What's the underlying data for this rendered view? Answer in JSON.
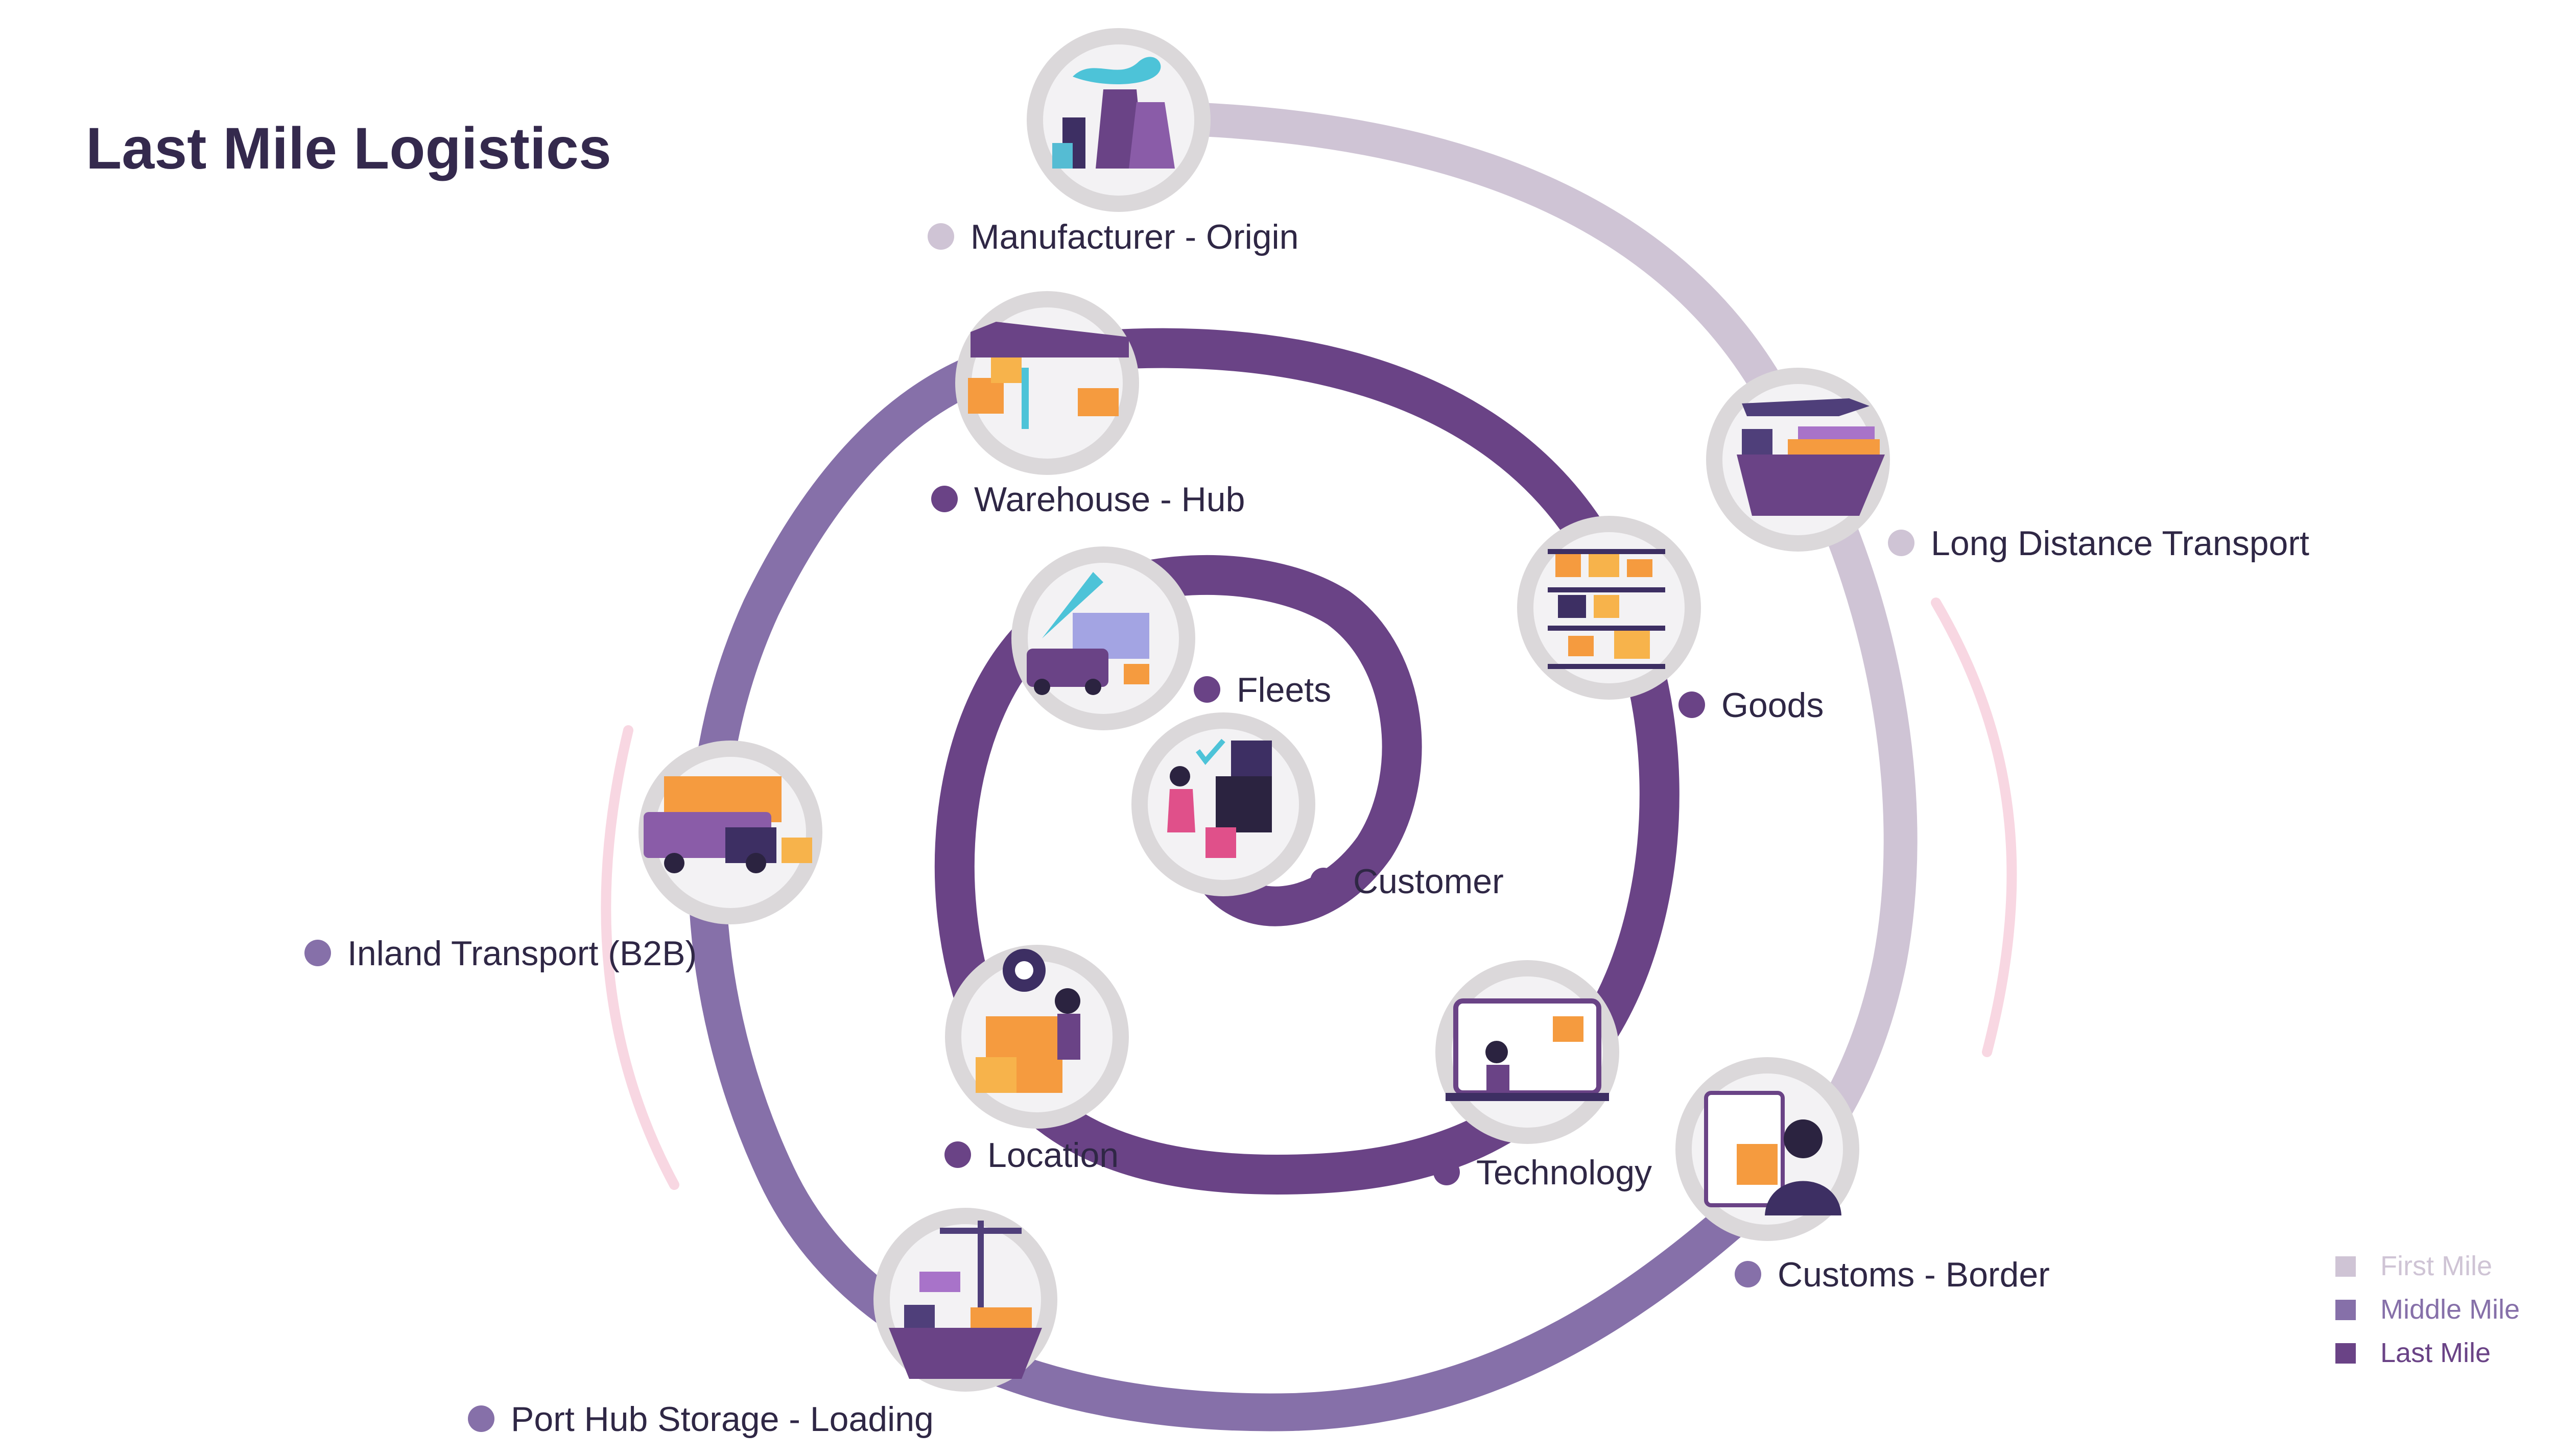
{
  "title": "Last Mile Logistics",
  "colors": {
    "first_mile": "#cfc4d5",
    "middle_mile": "#8670a9",
    "last_mile": "#6a4386",
    "bracket": "#f8d7e2",
    "title": "#34294d",
    "label_text": "#2f2745"
  },
  "stages": [
    {
      "id": "manufacturer",
      "label": "Manufacturer - Origin",
      "phase": "first_mile",
      "icon": "factory-icon"
    },
    {
      "id": "long-distance",
      "label": "Long Distance Transport",
      "phase": "first_mile",
      "icon": "cargo-plane-ship-icon"
    },
    {
      "id": "customs",
      "label": "Customs - Border",
      "phase": "middle_mile",
      "icon": "customs-officer-icon"
    },
    {
      "id": "port-hub",
      "label": "Port Hub Storage - Loading",
      "phase": "middle_mile",
      "icon": "port-crane-ship-icon"
    },
    {
      "id": "inland",
      "label": "Inland Transport (B2B)",
      "phase": "middle_mile",
      "icon": "truck-icon"
    },
    {
      "id": "warehouse",
      "label": "Warehouse - Hub",
      "phase": "last_mile",
      "icon": "warehouse-forklift-icon"
    },
    {
      "id": "goods",
      "label": "Goods",
      "phase": "last_mile",
      "icon": "shelves-forklift-icon"
    },
    {
      "id": "technology",
      "label": "Technology",
      "phase": "last_mile",
      "icon": "laptop-worker-icon"
    },
    {
      "id": "location",
      "label": "Location",
      "phase": "last_mile",
      "icon": "location-pin-icon"
    },
    {
      "id": "fleets",
      "label": "Fleets",
      "phase": "last_mile",
      "icon": "delivery-van-icon"
    },
    {
      "id": "customer",
      "label": "Customer",
      "phase": "last_mile",
      "icon": "customer-handover-icon"
    }
  ],
  "legend": [
    {
      "label": "First Mile",
      "phase": "first_mile",
      "color": "#cfc4d5"
    },
    {
      "label": "Middle Mile",
      "phase": "middle_mile",
      "color": "#8670a9"
    },
    {
      "label": "Last Mile",
      "phase": "last_mile",
      "color": "#6a4386"
    }
  ]
}
